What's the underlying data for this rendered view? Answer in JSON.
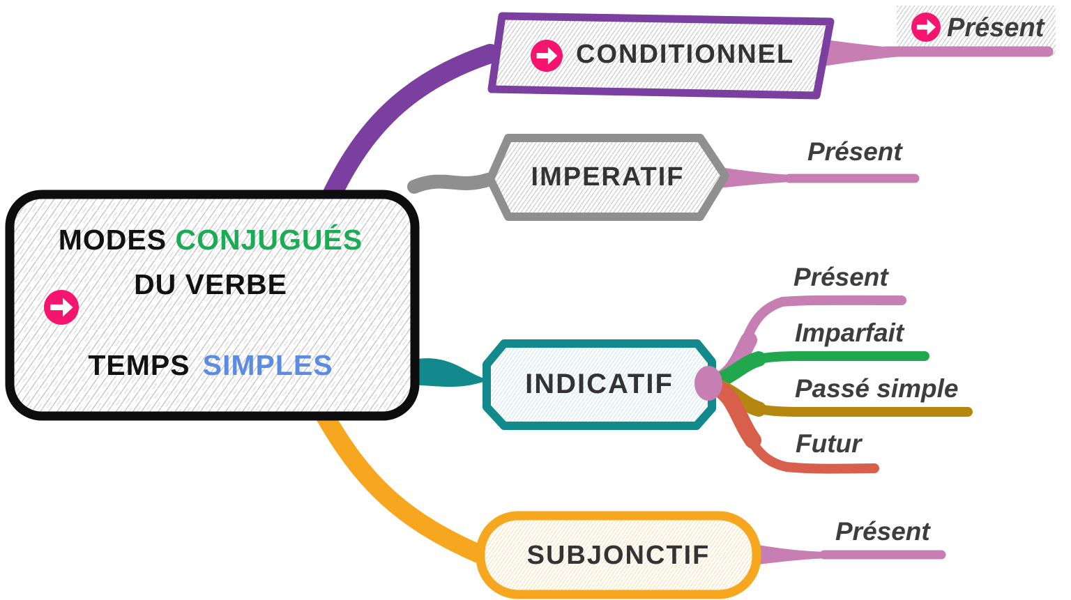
{
  "central": {
    "word_modes": "MODES",
    "word_conjugues": "CONJUGUÉS",
    "line2": "DU VERBE",
    "word_temps": "TEMPS",
    "word_simples": "SIMPLES"
  },
  "nodes": {
    "conditionnel": {
      "label": "CONDITIONNEL",
      "children": {
        "present": "Présent"
      }
    },
    "imperatif": {
      "label": "IMPERATIF",
      "children": {
        "present": "Présent"
      }
    },
    "indicatif": {
      "label": "INDICATIF",
      "children": {
        "present": "Présent",
        "imparfait": "Imparfait",
        "passe_simple": "Passé simple",
        "futur": "Futur"
      }
    },
    "subjonctif": {
      "label": "SUBJONCTIF",
      "children": {
        "present": "Présent"
      }
    }
  },
  "icons": {
    "arrow_badge": "arrow-in-pink-circle"
  },
  "colors": {
    "purple": "#7b3f9f",
    "gray": "#8f8f8f",
    "teal": "#12898c",
    "orange": "#f6a71f",
    "pink": "#c77fb3",
    "green_branch": "#21a84e",
    "gold": "#b5870f",
    "red": "#d85f4b",
    "badge_pink": "#f5146e",
    "text_green": "#1cab55",
    "text_blue": "#5b8ce2",
    "text_dark": "#333333",
    "border_black": "#0d0d0d"
  }
}
